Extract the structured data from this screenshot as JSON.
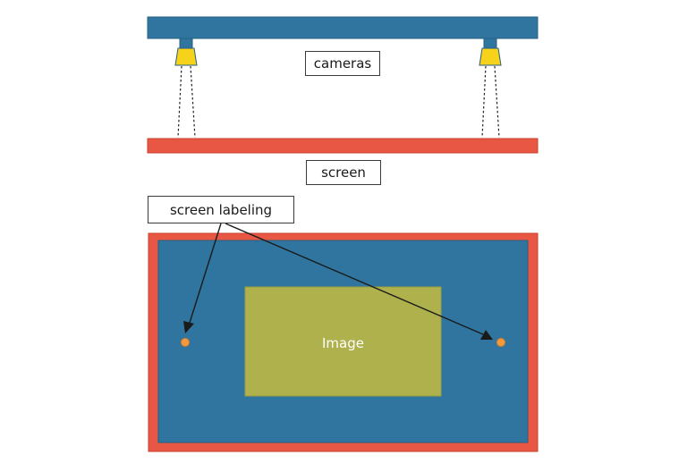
{
  "labels": {
    "cameras": "cameras",
    "screen": "screen",
    "screen_labeling": "screen labeling",
    "image": "Image"
  },
  "colors": {
    "rail": "#2f75a0",
    "rail_stroke": "#275f82",
    "camera_body": "#f7d21a",
    "screen_red": "#e85744",
    "screen_red_stroke": "#c9402e",
    "display_blue": "#2f75a0",
    "image_fill": "#aeb14c",
    "marker": "#f39a3e",
    "arrow": "#1a1a1a",
    "image_text": "#ffffff"
  }
}
